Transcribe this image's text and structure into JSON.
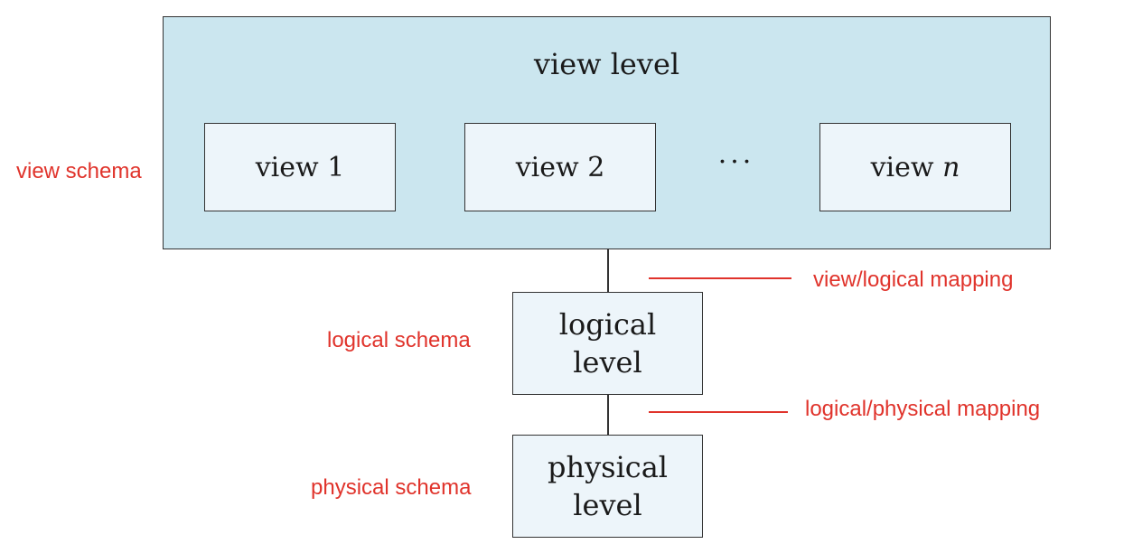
{
  "view_level": {
    "title": "view level",
    "views": [
      {
        "label": "view 1",
        "suffix": ""
      },
      {
        "label": "view 2",
        "suffix": ""
      },
      {
        "label": "view ",
        "suffix": "n"
      }
    ],
    "ellipsis": "···"
  },
  "logical_level": {
    "line1": "logical",
    "line2": "level"
  },
  "physical_level": {
    "line1": "physical",
    "line2": "level"
  },
  "schema_labels": {
    "view": "view schema",
    "logical": "logical schema",
    "physical": "physical schema"
  },
  "mapping_labels": {
    "view_logical": "view/logical mapping",
    "logical_physical": "logical/physical mapping"
  },
  "colors": {
    "annotation": "#e0332b",
    "outer_fill": "#cbe6ef",
    "box_fill": "#edf5fa",
    "border": "#333333"
  }
}
